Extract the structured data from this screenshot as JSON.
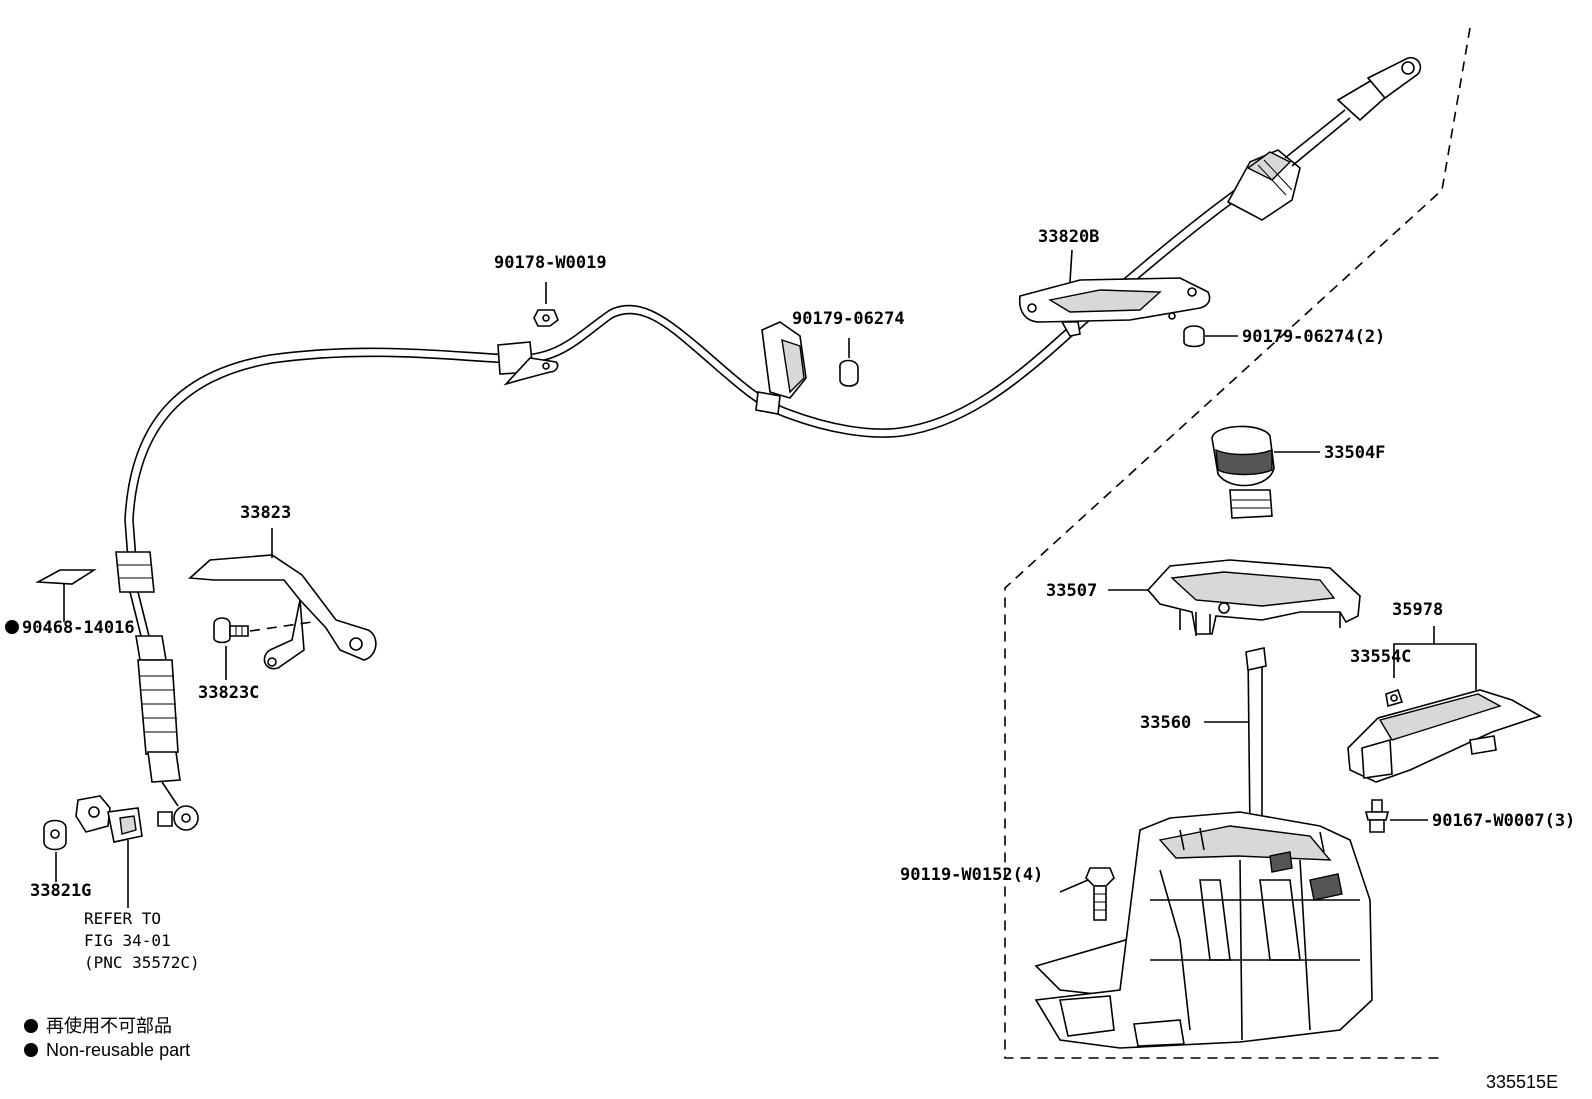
{
  "labels": {
    "p90178": "90178-W0019",
    "p33820B": "33820B",
    "p90179a": "90179-06274",
    "p90179b": "90179-06274(2)",
    "p33504F": "33504F",
    "p33823": "33823",
    "p90468": "90468-14016",
    "p33823C": "33823C",
    "p33507": "33507",
    "p35978": "35978",
    "p33554C": "33554C",
    "p33560": "33560",
    "p90167": "90167-W0007(3)",
    "p90119": "90119-W0152(4)",
    "p33821G": "33821G"
  },
  "refer": {
    "line1": "REFER TO",
    "line2": "FIG 34-01",
    "line3": "(PNC 35572C)"
  },
  "legend": {
    "jp": "再使用不可部品",
    "en": "Non-reusable part"
  },
  "figure_code": "335515E"
}
